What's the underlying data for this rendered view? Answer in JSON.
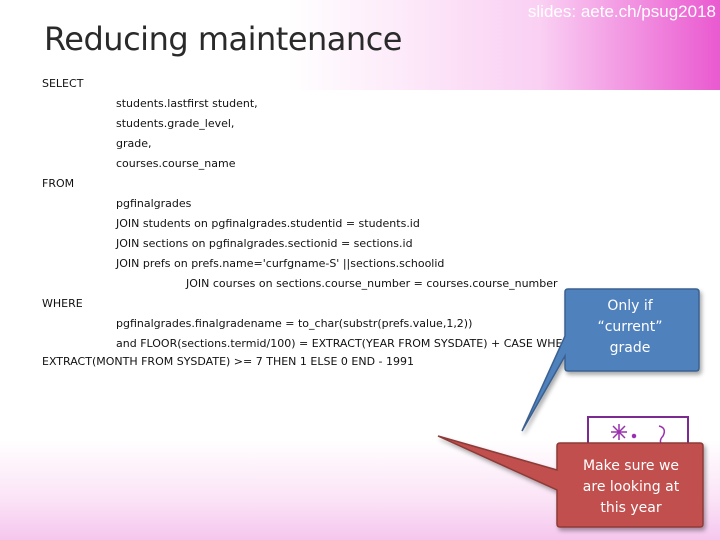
{
  "header": {
    "slides_url": "slides: aete.ch/psug2018",
    "title": "Reducing maintenance"
  },
  "sql": {
    "select_kw": "SELECT",
    "select_lines": [
      "students.lastfirst student,",
      "students.grade_level,",
      "grade,",
      "courses.course_name"
    ],
    "from_kw": "FROM",
    "from_lines": [
      "pgfinalgrades",
      "JOIN students on pgfinalgrades.studentid = students.id",
      "JOIN sections on pgfinalgrades.sectionid = sections.id",
      "JOIN prefs on prefs.name='curfgname-S' ||sections.schoolid"
    ],
    "from_join_courses": "JOIN courses on sections.course_number = courses.course_number",
    "where_kw": "WHERE",
    "where_lines": [
      "pgfinalgrades.finalgradename = to_char(substr(prefs.value,1,2))",
      "and FLOOR(sections.termid/100) = EXTRACT(YEAR FROM SYSDATE) + CASE WHEN"
    ],
    "where_wrap": "EXTRACT(MONTH FROM SYSDATE) >= 7 THEN 1 ELSE 0 END - 1991"
  },
  "callouts": {
    "current_grade": [
      "Only if",
      "“current”",
      "grade"
    ],
    "this_year": [
      "Make sure we",
      "are looking at",
      "this year"
    ]
  },
  "colors": {
    "callout_blue": "#4f81bd",
    "callout_red": "#c0504d",
    "accent_magenta": "#e63cc8"
  }
}
